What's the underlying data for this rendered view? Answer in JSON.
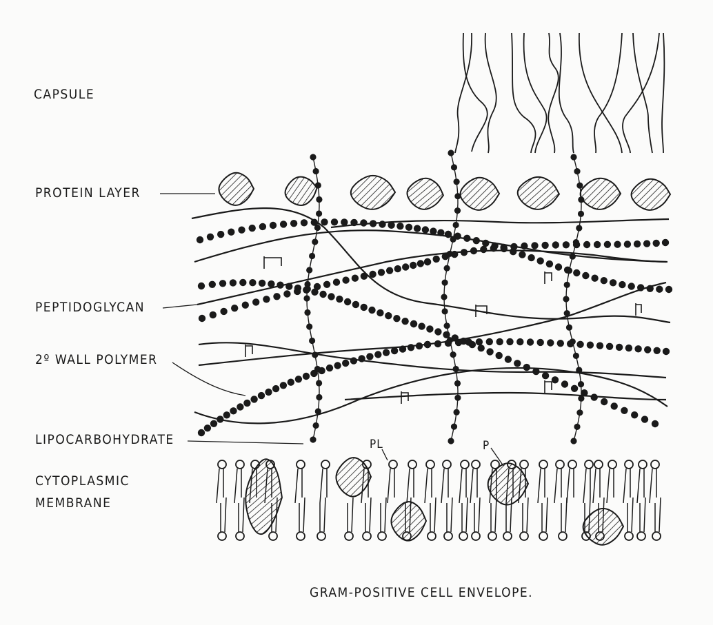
{
  "labels": {
    "capsule": "CAPSULE",
    "protein_layer": "PROTEIN LAYER",
    "peptidoglycan": "PEPTIDOGLYCAN",
    "wall_polymer": "2º WALL POLYMER",
    "lipocarbohydrate": "LIPOCARBOHYDRATE",
    "pl": "PL",
    "p": "P",
    "cytoplasmic_line1": "CYTOPLASMIC",
    "cytoplasmic_line2": "MEMBRANE"
  },
  "title": "GRAM-POSITIVE CELL ENVELOPE.",
  "colors": {
    "ink": "#1a1a1a",
    "paper": "#fbfbfa"
  }
}
